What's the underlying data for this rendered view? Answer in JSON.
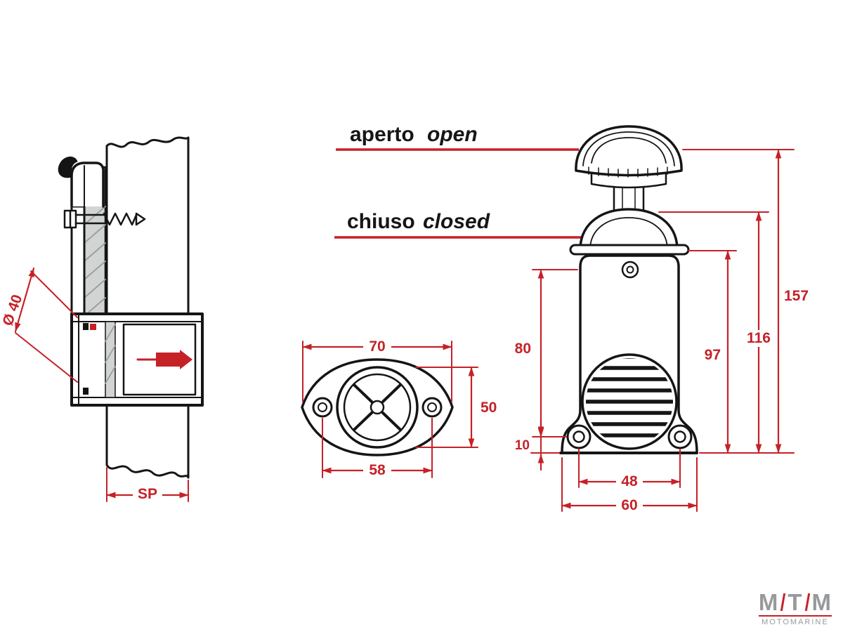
{
  "drawing": {
    "labels": {
      "open_it": "aperto",
      "open_en": "open",
      "closed_it": "chiuso",
      "closed_en": "closed"
    },
    "section_view": {
      "diameter": "Ø 40",
      "thickness": "SP"
    },
    "front_view": {
      "width": "70",
      "height": "50",
      "hole_spacing": "58"
    },
    "side_view": {
      "body_height": "80",
      "foot_height": "10",
      "screw_spacing": "48",
      "base_width": "60",
      "height_to_flange": "97",
      "height_closed": "116",
      "height_open": "157"
    },
    "colors": {
      "dimension_red": "#c52127",
      "line_black": "#151515"
    }
  },
  "logo": {
    "letters": [
      "M",
      "T",
      "M"
    ],
    "subtitle": "MOTOMARINE"
  }
}
